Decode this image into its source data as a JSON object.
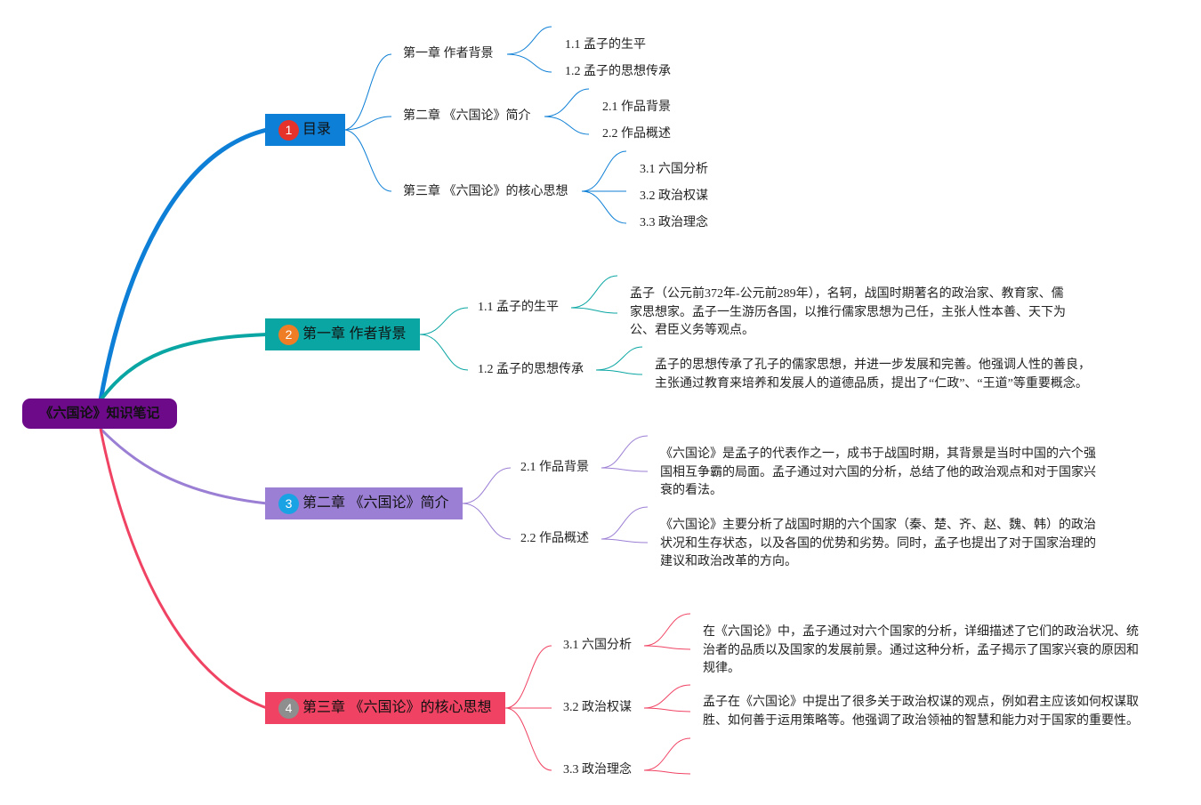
{
  "root": {
    "label": "《六国论》知识笔记"
  },
  "colors": {
    "root": "#6c0a8a",
    "branch_toc": "#0e7fd6",
    "branch_ch1": "#0aa6a3",
    "branch_ch2": "#9b7fd4",
    "branch_ch3": "#f04363",
    "badge_1": "#e5322a",
    "badge_2": "#ef7d25",
    "badge_3": "#1aa3e4",
    "badge_4": "#8e8e8e"
  },
  "branches": {
    "toc": {
      "badge": "1",
      "label": "目录",
      "children": [
        {
          "label": "第一章 作者背景",
          "items": [
            "1.1 孟子的生平",
            "1.2 孟子的思想传承"
          ]
        },
        {
          "label": "第二章 《六国论》简介",
          "items": [
            "2.1 作品背景",
            "2.2 作品概述"
          ]
        },
        {
          "label": "第三章 《六国论》的核心思想",
          "items": [
            "3.1 六国分析",
            "3.2 政治权谋",
            "3.3 政治理念"
          ]
        }
      ]
    },
    "ch1": {
      "badge": "2",
      "label": "第一章 作者背景",
      "children": [
        {
          "label": "1.1 孟子的生平",
          "desc": "孟子（公元前372年-公元前289年），名轲，战国时期著名的政治家、教育家、儒家思想家。孟子一生游历各国，以推行儒家思想为己任，主张人性本善、天下为公、君臣义务等观点。"
        },
        {
          "label": "1.2 孟子的思想传承",
          "desc": "孟子的思想传承了孔子的儒家思想，并进一步发展和完善。他强调人性的善良，主张通过教育来培养和发展人的道德品质，提出了“仁政”、“王道”等重要概念。"
        }
      ]
    },
    "ch2": {
      "badge": "3",
      "label": "第二章 《六国论》简介",
      "children": [
        {
          "label": "2.1 作品背景",
          "desc": "《六国论》是孟子的代表作之一，成书于战国时期，其背景是当时中国的六个强国相互争霸的局面。孟子通过对六国的分析，总结了他的政治观点和对于国家兴衰的看法。"
        },
        {
          "label": "2.2 作品概述",
          "desc": "《六国论》主要分析了战国时期的六个国家（秦、楚、齐、赵、魏、韩）的政治状况和生存状态，以及各国的优势和劣势。同时，孟子也提出了对于国家治理的建议和政治改革的方向。"
        }
      ]
    },
    "ch3": {
      "badge": "4",
      "label": "第三章 《六国论》的核心思想",
      "children": [
        {
          "label": "3.1 六国分析",
          "desc": "在《六国论》中，孟子通过对六个国家的分析，详细描述了它们的政治状况、统治者的品质以及国家的发展前景。通过这种分析，孟子揭示了国家兴衰的原因和规律。"
        },
        {
          "label": "3.2 政治权谋",
          "desc": "孟子在《六国论》中提出了很多关于政治权谋的观点，例如君主应该如何权谋取胜、如何善于运用策略等。他强调了政治领袖的智慧和能力对于国家的重要性。"
        },
        {
          "label": "3.3 政治理念"
        }
      ]
    }
  }
}
